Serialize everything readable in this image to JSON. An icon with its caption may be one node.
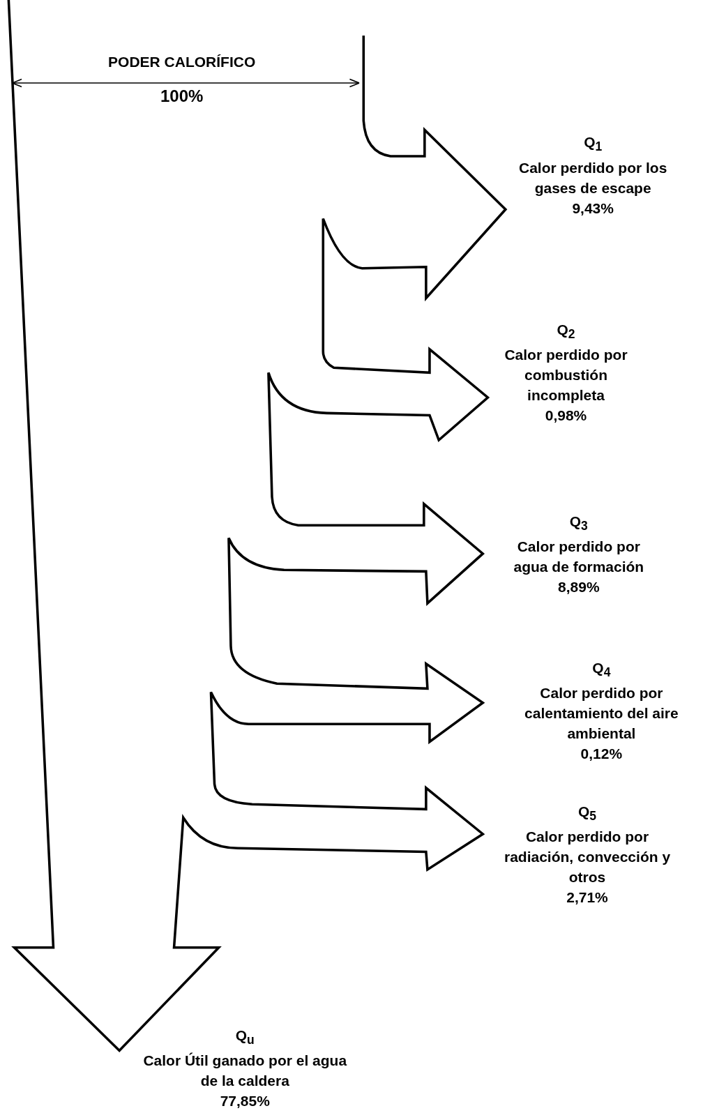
{
  "diagram": {
    "labels": [
      "PODER CALORÍFICO",
      "100%",
      "Q$_{1}$",
      "Calor perdido por los gases de escape",
      "9,43%",
      "Q$_{2}$",
      "Calor perdido por combustión incompleta",
      "0,98%",
      "Q$_{3}$",
      "Calor perdido por agua de formación",
      "8,89%",
      "Q$_{4}$",
      "Calor perdido por calentamiento del aire ambiental",
      "0,12%",
      "Q$_{5}$",
      "Calor perdido por radiación, convección y otros",
      "2,71%",
      "Q$_{u}$",
      "Calor Útil ganado por el agua de la caldera",
      "77,85%"
    ]
  }
}
